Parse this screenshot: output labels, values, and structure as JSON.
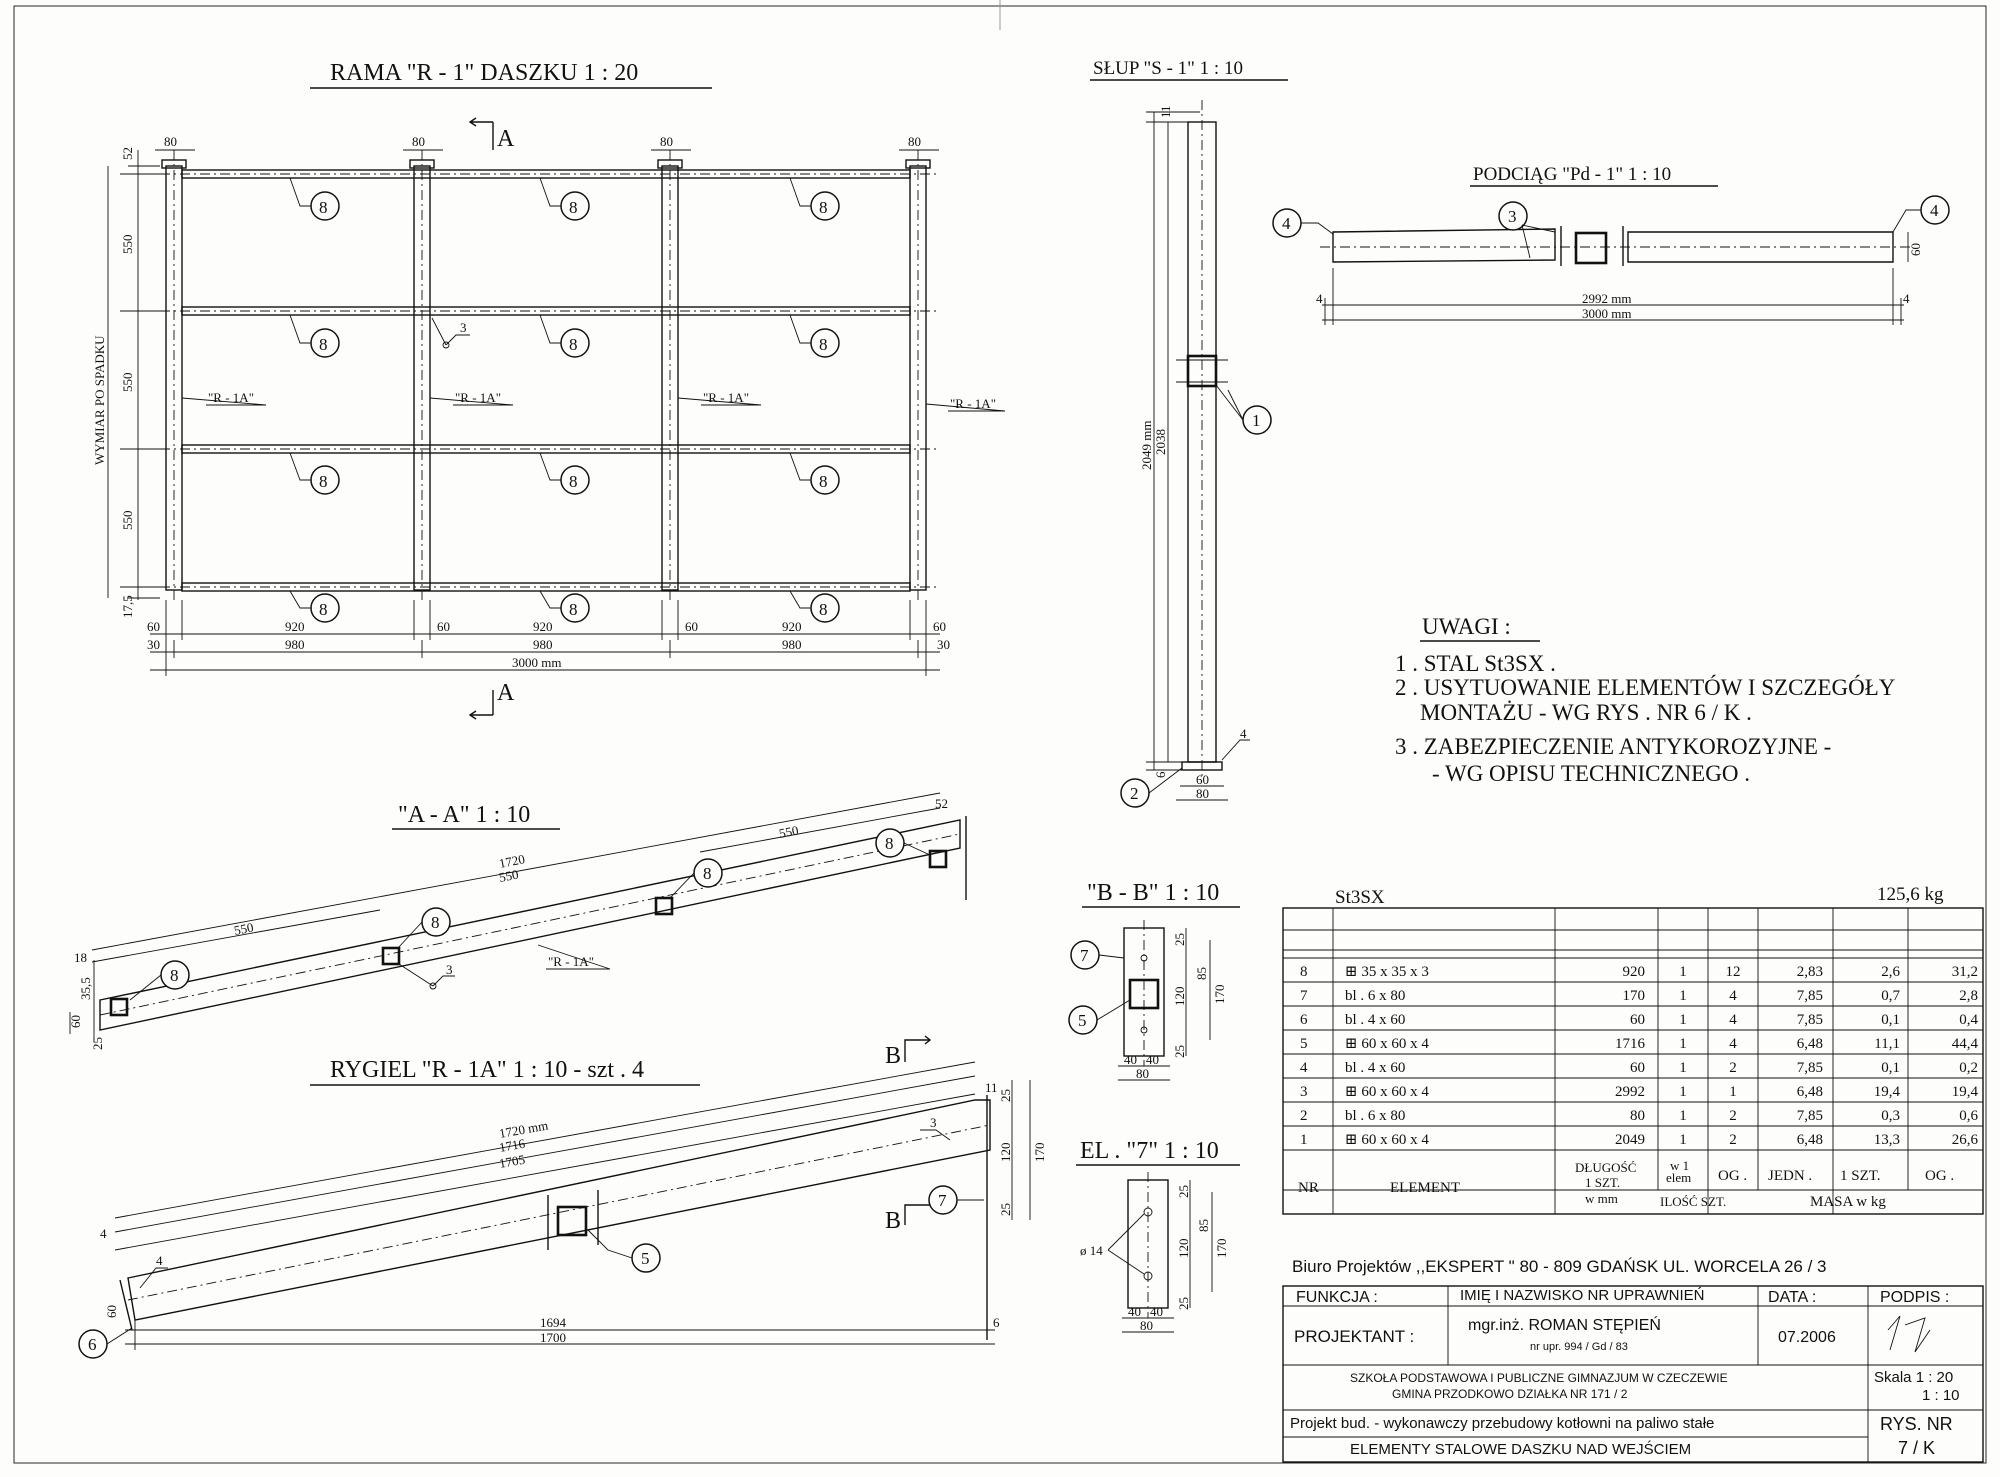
{
  "titles": {
    "rama": "RAMA \"R - 1\" DASZKU   1 : 20",
    "slup": "SŁUP \"S - 1\" 1 : 10",
    "podciag": "PODCIĄG  \"Pd - 1\" 1 : 10",
    "aa": "\"A - A\" 1 : 10",
    "rygiel": "RYGIEL \"R - 1A\"   1 : 10 - szt . 4",
    "bb": "\"B - B\" 1 : 10",
    "el7": "EL . \"7\" 1 : 10"
  },
  "labels": {
    "r1a": "\"R - 1A\"",
    "wymiar": "WYMIAR PO SPADKU",
    "sect_a": "A",
    "sect_b": "B",
    "weld3": "3",
    "weld4": "4",
    "phi14": "ø 14"
  },
  "dims": {
    "rama": {
      "top": "80",
      "v": [
        "52",
        "550",
        "550",
        "550",
        "17,5"
      ],
      "h1": [
        "60",
        "920",
        "60",
        "920",
        "60",
        "920",
        "60"
      ],
      "h2": [
        "30",
        "980",
        "980",
        "980",
        "30"
      ],
      "total": "3000 mm"
    },
    "slup": {
      "top": "11",
      "len1": "2049 mm",
      "len2": "2038",
      "bot": "6",
      "w1": "60",
      "w2": "80",
      "weld": "4"
    },
    "podciag": {
      "l1": "2992 mm",
      "l2": "3000 mm",
      "end": "4",
      "h": "60"
    },
    "aa": {
      "len1": "1720",
      "len2": "550",
      "len3": "550",
      "len4": "550",
      "d18": "18",
      "d35": "35,5",
      "d60": "60",
      "d25": "25",
      "d52": "52"
    },
    "rygiel": {
      "l1": "1720 mm",
      "l2": "1716",
      "l3": "1705",
      "b1": "1694",
      "b2": "1700",
      "e4": "4",
      "e60": "60",
      "e6": "6",
      "e11": "11",
      "r25": "25",
      "r120": "120",
      "r170": "170"
    },
    "bb": {
      "v": [
        "25",
        "120",
        "85",
        "25",
        "170"
      ],
      "h": [
        "40",
        "40",
        "80"
      ]
    },
    "el7": {
      "v": [
        "25",
        "120",
        "85",
        "25",
        "170"
      ],
      "h": [
        "40",
        "40",
        "80"
      ]
    }
  },
  "notes": {
    "title": "UWAGI :",
    "items": [
      "1 . STAL St3SX .",
      "2 . USYTUOWANIE ELEMENTÓW I SZCZEGÓŁY",
      "MONTAŻU  -  WG RYS . NR 6 / K .",
      "3 . ZABEZPIECZENIE ANTYKOROZYJNE -",
      "- WG OPISU TECHNICZNEGO ."
    ]
  },
  "table": {
    "steel": "St3SX",
    "total": "125,6  kg",
    "rows": [
      [
        "8",
        "⊞  35 x 35 x 3",
        "920",
        "1",
        "12",
        "2,83",
        "2,6",
        "31,2"
      ],
      [
        "7",
        "bl . 6 x 80",
        "170",
        "1",
        "4",
        "7,85",
        "0,7",
        "2,8"
      ],
      [
        "6",
        "bl . 4 x 60",
        "60",
        "1",
        "4",
        "7,85",
        "0,1",
        "0,4"
      ],
      [
        "5",
        "⊞  60 x 60 x 4",
        "1716",
        "1",
        "4",
        "6,48",
        "11,1",
        "44,4"
      ],
      [
        "4",
        "bl . 4 x 60",
        "60",
        "1",
        "2",
        "7,85",
        "0,1",
        "0,2"
      ],
      [
        "3",
        "⊞  60 x 60 x 4",
        "2992",
        "1",
        "1",
        "6,48",
        "19,4",
        "19,4"
      ],
      [
        "2",
        "bl . 6 x 80",
        "80",
        "1",
        "2",
        "7,85",
        "0,3",
        "0,6"
      ],
      [
        "1",
        "⊞  60 x 60 x 4",
        "2049",
        "1",
        "2",
        "6,48",
        "13,3",
        "26,6"
      ]
    ],
    "header": {
      "nr": "NR",
      "element": "ELEMENT",
      "dlugosc": [
        "DŁUGOŚĆ",
        "1 SZT.",
        "w mm"
      ],
      "welem": [
        "w 1",
        "elem"
      ],
      "og": "OG .",
      "jedn": "JEDN .",
      "szt": "1  SZT.",
      "og2": "OG .",
      "ilosc": "ILOŚĆ SZT.",
      "masa": "MASA  w kg"
    }
  },
  "titleblock": {
    "office": "Biuro Projektów ,,EKSPERT \"    80 - 809 GDAŃSK  UL. WORCELA  26 / 3",
    "funkcja": "FUNKCJA :",
    "imie": "IMIĘ I NAZWISKO  NR UPRAWNIEŃ",
    "data_lbl": "DATA :",
    "podpis": "PODPIS :",
    "projektant": "PROJEKTANT :",
    "name": "mgr.inż. ROMAN  STĘPIEŃ",
    "upr": "nr upr. 994 / Gd / 83",
    "date": "07.2006",
    "school1": "SZKOŁA PODSTAWOWA I PUBLICZNE GIMNAZJUM W CZECZEWIE",
    "school2": "GMINA PRZODKOWO DZIAŁKA NR 171 / 2",
    "skala": "Skala  1 : 20",
    "skala2": "1 : 10",
    "project": "Projekt bud. - wykonawczy przebudowy kotłowni na paliwo stałe",
    "element": "ELEMENTY  STALOWE  DASZKU  NAD  WEJŚCIEM",
    "rys": "RYS. NR",
    "rysnr": "7  / K"
  },
  "markers": [
    "1",
    "2",
    "3",
    "4",
    "5",
    "6",
    "7",
    "8"
  ]
}
